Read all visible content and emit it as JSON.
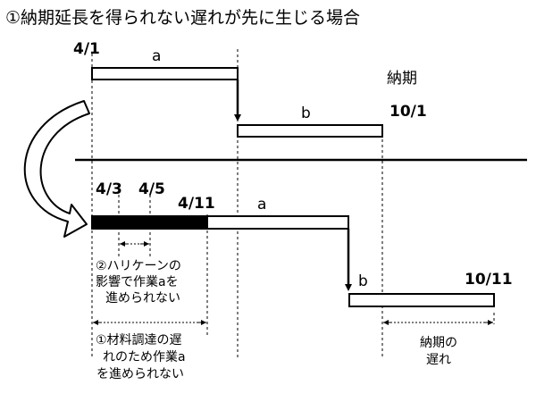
{
  "title": "①納期延長を得られない遅れが先に生じる場合",
  "top": {
    "start_date": "4/1",
    "task_a": "a",
    "task_b": "b",
    "deadline_label": "納期",
    "deadline_date": "10/1"
  },
  "bottom": {
    "date_1": "4/3",
    "date_2": "4/5",
    "date_3": "4/11",
    "task_a": "a",
    "task_b": "b",
    "end_date": "10/11",
    "note_hurricane": [
      "②ハリケーンの",
      "影響で作業aを",
      "進められない"
    ],
    "note_material": [
      "①材料調達の遅",
      "れのため作業a",
      "を進められない"
    ],
    "note_delay": [
      "納期の",
      "遅れ"
    ]
  },
  "colors": {
    "line": "#000000",
    "background": "#ffffff"
  }
}
